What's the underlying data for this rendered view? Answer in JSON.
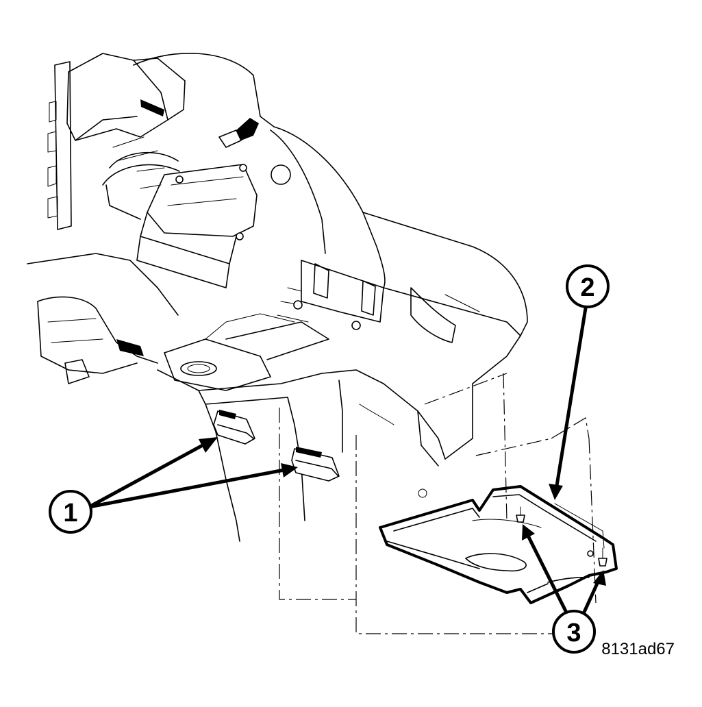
{
  "callouts": [
    {
      "id": "callout-1",
      "label": "1"
    },
    {
      "id": "callout-2",
      "label": "2"
    },
    {
      "id": "callout-3",
      "label": "3"
    }
  ],
  "figure_id": "8131ad67"
}
